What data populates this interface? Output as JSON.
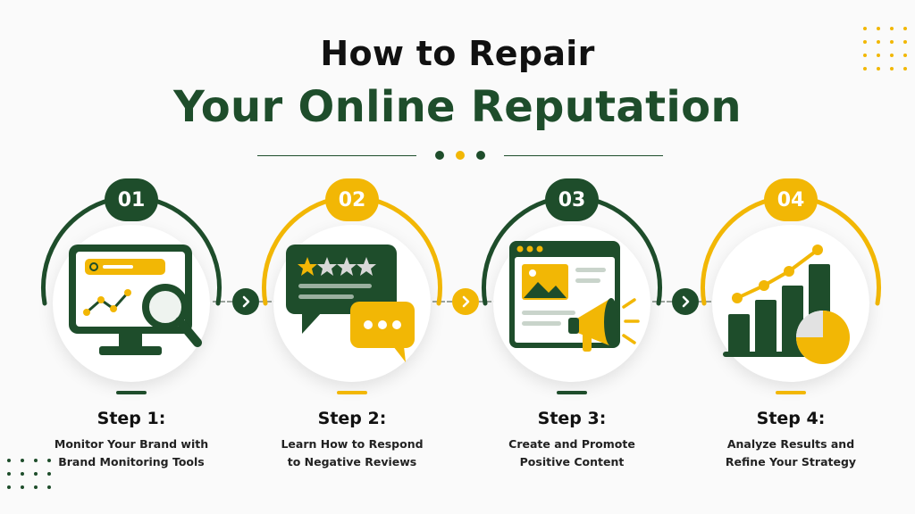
{
  "title": {
    "line1": "How to Repair",
    "line2": "Your Online Reputation"
  },
  "colors": {
    "green": "#1e4d2b",
    "yellow": "#f2b705",
    "text": "#111111"
  },
  "steps": [
    {
      "number": "01",
      "title": "Step 1:",
      "desc_line1": "Monitor Your Brand with",
      "desc_line2": "Brand Monitoring Tools",
      "icon": "monitor-magnifier-icon",
      "accent": "green"
    },
    {
      "number": "02",
      "title": "Step 2:",
      "desc_line1": "Learn How to Respond",
      "desc_line2": "to Negative Reviews",
      "icon": "review-chat-icon",
      "accent": "yellow"
    },
    {
      "number": "03",
      "title": "Step 3:",
      "desc_line1": "Create and Promote",
      "desc_line2": "Positive Content",
      "icon": "content-megaphone-icon",
      "accent": "green"
    },
    {
      "number": "04",
      "title": "Step 4:",
      "desc_line1": "Analyze Results and",
      "desc_line2": "Refine Your Strategy",
      "icon": "analytics-chart-icon",
      "accent": "yellow"
    }
  ],
  "connectors": [
    {
      "accent": "green",
      "icon": "chevron-right-icon"
    },
    {
      "accent": "yellow",
      "icon": "chevron-right-icon"
    },
    {
      "accent": "green",
      "icon": "chevron-right-icon"
    }
  ]
}
